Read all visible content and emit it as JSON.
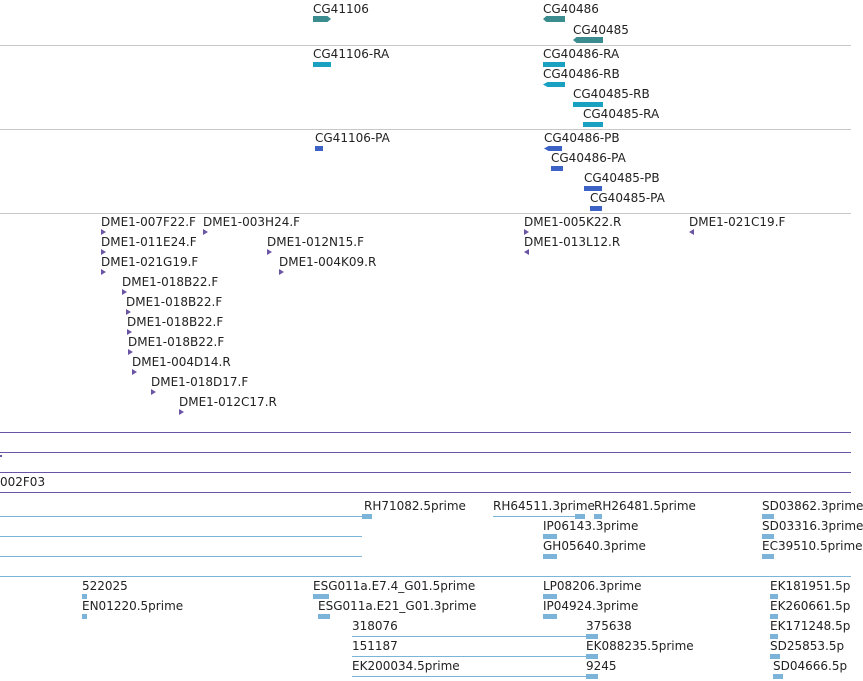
{
  "tracks": {
    "genes": {
      "labels": [
        "CG41106",
        "CG40486",
        "CG40485"
      ]
    },
    "transcripts": {
      "labels": [
        "CG41106-RA",
        "CG40486-RA",
        "CG40486-RB",
        "CG40485-RB",
        "CG40485-RA"
      ]
    },
    "proteins": {
      "labels": [
        "CG41106-PA",
        "CG40486-PB",
        "CG40486-PA",
        "CG40485-PB",
        "CG40485-PA"
      ]
    },
    "bac_ends": {
      "labels": [
        "DME1-007F22.F",
        "DME1-003H24.F",
        "DME1-011E24.F",
        "DME1-012N15.F",
        "DME1-021G19.F",
        "DME1-004K09.R",
        "DME1-018B22.F",
        "DME1-018B22.F",
        "DME1-018B22.F",
        "DME1-018B22.F",
        "DME1-004D14.R",
        "DME1-018D17.F",
        "DME1-012C17.R",
        "DME1-005K22.R",
        "DME1-013L12.R",
        "DME1-021C19.F"
      ]
    },
    "partial_row": {
      "label": "002F03"
    },
    "ests_a": {
      "labels": [
        "RH71082.5prime",
        "RH64511.3prime",
        "RH26481.5prime",
        "IP06143.3prime",
        "GH05640.3prime",
        "SD03862.3prime",
        "SD03316.3prime",
        "EC39510.5prime"
      ]
    },
    "ests_b": {
      "labels": [
        "522025",
        "EN01220.5prime",
        "ESG011a.E7.4_G01.5prime",
        "ESG011a.E21_G01.3prime",
        "318076",
        "151187",
        "EK200034.5prime",
        "LP08206.3prime",
        "IP04924.3prime",
        "375638",
        "EK088235.5prime",
        "9245",
        "EK181951.5p",
        "EK260661.5p",
        "EK171248.5p",
        "SD25853.5p",
        "SD04666.5p"
      ]
    }
  },
  "colors": {
    "gene": "#3a8c8f",
    "transcript": "#1aa0c0",
    "protein": "#3b62c4",
    "bac": "#6a55a5",
    "est": "#7bb4d8",
    "divider_grey": "#c8c8c8",
    "divider_purple": "#6a55a5",
    "divider_blue": "#7bb4d8"
  }
}
